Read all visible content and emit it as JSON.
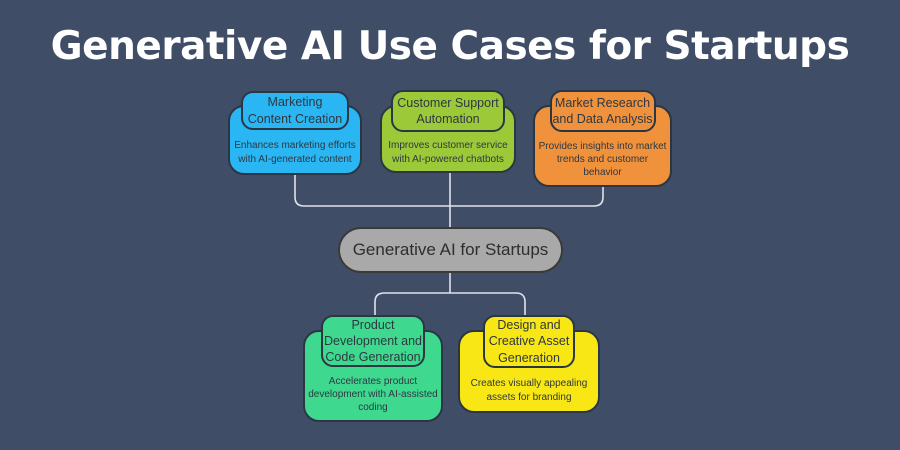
{
  "title": "Generative AI Use Cases for Startups",
  "colors": {
    "background": "#404d67",
    "connector": "#dfe3ea",
    "border": "#2b3645",
    "text_dark": "#2e3842",
    "title_text": "#ffffff",
    "root_fill": "#a9a9a9",
    "marketing": "#29b6f2",
    "support": "#9cc937",
    "research": "#f0913c",
    "product": "#3ed98e",
    "design": "#f8e714"
  },
  "root": {
    "label": "Generative AI for Startups"
  },
  "nodes": {
    "marketing": {
      "title": "Marketing\nContent Creation",
      "description": "Enhances marketing efforts\nwith AI-generated content"
    },
    "support": {
      "title": "Customer Support\nAutomation",
      "description": "Improves customer service\nwith AI-powered chatbots"
    },
    "research": {
      "title": "Market Research\nand Data Analysis",
      "description": "Provides insights into market\ntrends and customer\nbehavior"
    },
    "product": {
      "title": "Product\nDevelopment and\nCode Generation",
      "description": "Accelerates product\ndevelopment with AI-assisted\ncoding"
    },
    "design": {
      "title": "Design and\nCreative Asset\nGeneration",
      "description": "Creates visually appealing\nassets for branding"
    }
  }
}
